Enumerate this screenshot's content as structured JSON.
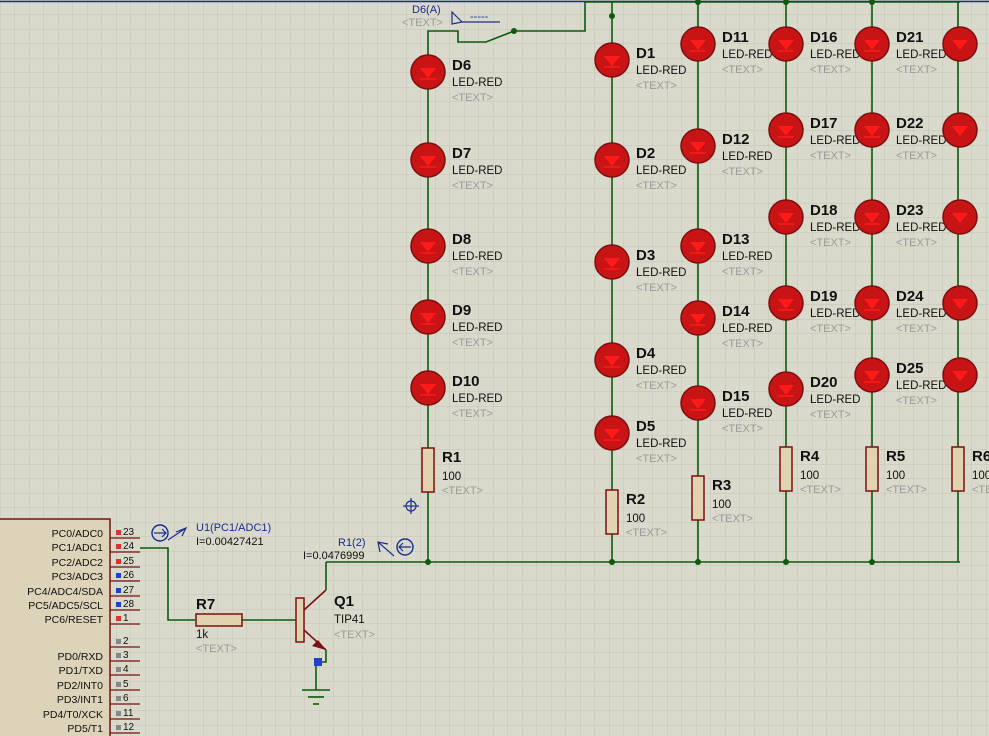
{
  "colors": {
    "background": "#d9d9cc",
    "grid_minor": "#c3c3b6",
    "grid_major": "#b3b3a6",
    "wire": "#0c5a0c",
    "component": "#7a1010",
    "resistor_fill": "#e2d3b0",
    "led_fill": "#c81414",
    "led_arrow": "#ff1a1a",
    "probe": "#1a2e8c",
    "chip_fill": "#ddd3b8",
    "pin_high": "#e03030",
    "pin_low": "#2040d0",
    "pin_floating": "#888888"
  },
  "leds": [
    {
      "ref": "D1",
      "value": "LED-RED",
      "text": "<TEXT>"
    },
    {
      "ref": "D2",
      "value": "LED-RED",
      "text": "<TEXT>"
    },
    {
      "ref": "D3",
      "value": "LED-RED",
      "text": "<TEXT>"
    },
    {
      "ref": "D4",
      "value": "LED-RED",
      "text": "<TEXT>"
    },
    {
      "ref": "D5",
      "value": "LED-RED",
      "text": "<TEXT>"
    },
    {
      "ref": "D6",
      "value": "LED-RED",
      "text": "<TEXT>"
    },
    {
      "ref": "D7",
      "value": "LED-RED",
      "text": "<TEXT>"
    },
    {
      "ref": "D8",
      "value": "LED-RED",
      "text": "<TEXT>"
    },
    {
      "ref": "D9",
      "value": "LED-RED",
      "text": "<TEXT>"
    },
    {
      "ref": "D10",
      "value": "LED-RED",
      "text": "<TEXT>"
    },
    {
      "ref": "D11",
      "value": "LED-RED",
      "text": "<TEXT>"
    },
    {
      "ref": "D12",
      "value": "LED-RED",
      "text": "<TEXT>"
    },
    {
      "ref": "D13",
      "value": "LED-RED",
      "text": "<TEXT>"
    },
    {
      "ref": "D14",
      "value": "LED-RED",
      "text": "<TEXT>"
    },
    {
      "ref": "D15",
      "value": "LED-RED",
      "text": "<TEXT>"
    },
    {
      "ref": "D16",
      "value": "LED-RED",
      "text": "<TEXT>"
    },
    {
      "ref": "D17",
      "value": "LED-RED",
      "text": "<TEXT>"
    },
    {
      "ref": "D18",
      "value": "LED-RED",
      "text": "<TEXT>"
    },
    {
      "ref": "D19",
      "value": "LED-RED",
      "text": "<TEXT>"
    },
    {
      "ref": "D20",
      "value": "LED-RED",
      "text": "<TEXT>"
    },
    {
      "ref": "D21",
      "value": "LED-RED",
      "text": "<TEXT>"
    },
    {
      "ref": "D22",
      "value": "LED-RED",
      "text": "<TEXT>"
    },
    {
      "ref": "D23",
      "value": "LED-RED",
      "text": "<TEXT>"
    },
    {
      "ref": "D24",
      "value": "LED-RED",
      "text": "<TEXT>"
    },
    {
      "ref": "D25",
      "value": "LED-RED",
      "text": "<TEXT>"
    }
  ],
  "resistors": [
    {
      "ref": "R1",
      "value": "100",
      "text": "<TEXT>"
    },
    {
      "ref": "R2",
      "value": "100",
      "text": "<TEXT>"
    },
    {
      "ref": "R3",
      "value": "100",
      "text": "<TEXT>"
    },
    {
      "ref": "R4",
      "value": "100",
      "text": "<TEXT>"
    },
    {
      "ref": "R5",
      "value": "100",
      "text": "<TEXT>"
    },
    {
      "ref": "R6",
      "value": "100",
      "text": "<TEXT>"
    },
    {
      "ref": "R7",
      "value": "1k",
      "text": "<TEXT>"
    }
  ],
  "transistor": {
    "ref": "Q1",
    "value": "TIP41",
    "text": "<TEXT>"
  },
  "probes": {
    "d6": {
      "label": "D6(A)",
      "text": "<TEXT>",
      "reading": "-----"
    },
    "u1": {
      "label": "U1(PC1/ADC1)",
      "reading": "I=0.00427421"
    },
    "r1": {
      "label": "R1(2)",
      "reading": "I=0.0476999"
    }
  },
  "mcu": {
    "pins": [
      {
        "name": "PC0/ADC0",
        "num": "23",
        "state": "high"
      },
      {
        "name": "PC1/ADC1",
        "num": "24",
        "state": "high"
      },
      {
        "name": "PC2/ADC2",
        "num": "25",
        "state": "high"
      },
      {
        "name": "PC3/ADC3",
        "num": "26",
        "state": "low"
      },
      {
        "name": "PC4/ADC4/SDA",
        "num": "27",
        "state": "low"
      },
      {
        "name": "PC5/ADC5/SCL",
        "num": "28",
        "state": "low"
      },
      {
        "name": "PC6/RESET",
        "num": "1",
        "state": "high"
      },
      {
        "name": "",
        "num": "2",
        "state": "floating"
      },
      {
        "name": "PD0/RXD",
        "num": "3",
        "state": "floating"
      },
      {
        "name": "PD1/TXD",
        "num": "4",
        "state": "floating"
      },
      {
        "name": "PD2/INT0",
        "num": "5",
        "state": "floating"
      },
      {
        "name": "PD3/INT1",
        "num": "6",
        "state": "floating"
      },
      {
        "name": "PD4/T0/XCK",
        "num": "11",
        "state": "floating"
      },
      {
        "name": "PD5/T1",
        "num": "12",
        "state": "floating"
      }
    ]
  }
}
